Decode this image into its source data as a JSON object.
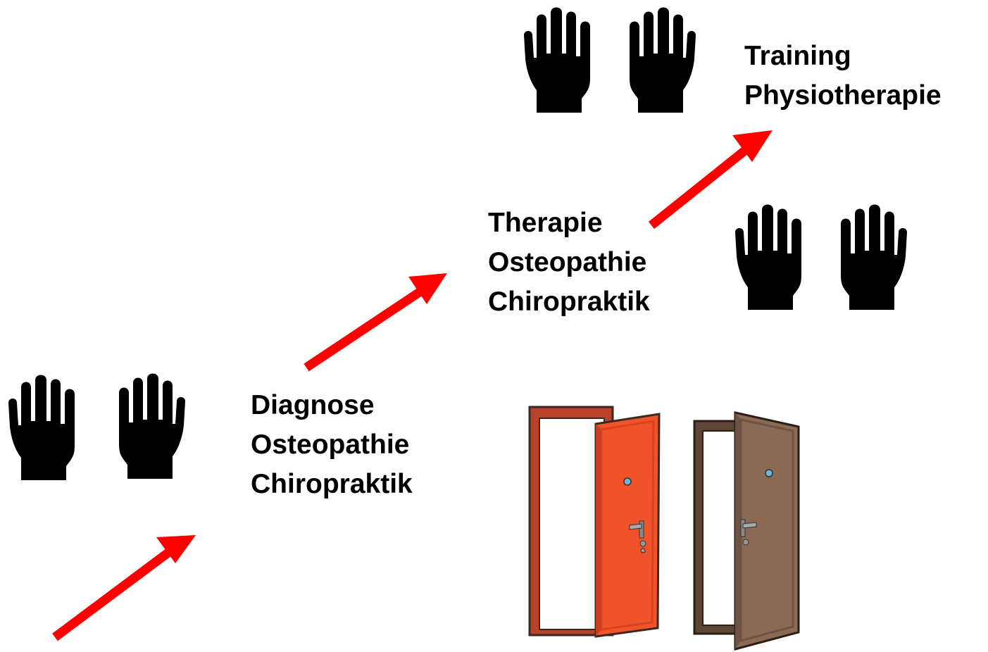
{
  "steps": [
    {
      "title": "Diagnose",
      "lines": [
        "Osteopathie",
        "Chiropraktik"
      ]
    },
    {
      "title": "Therapie",
      "lines": [
        "Osteopathie",
        "Chiropraktik"
      ]
    },
    {
      "title": "Training",
      "lines": [
        "Physiotherapie"
      ]
    }
  ],
  "colors": {
    "arrow": "#ff0000",
    "text": "#000000",
    "hand": "#000000",
    "door_orange": "#f0522a",
    "door_brown": "#8a6a55",
    "frame_orange": "#b8432a",
    "frame_brown": "#5e4636"
  },
  "icons": {
    "hands": "hand-icon",
    "doors": "open-door-icon"
  }
}
